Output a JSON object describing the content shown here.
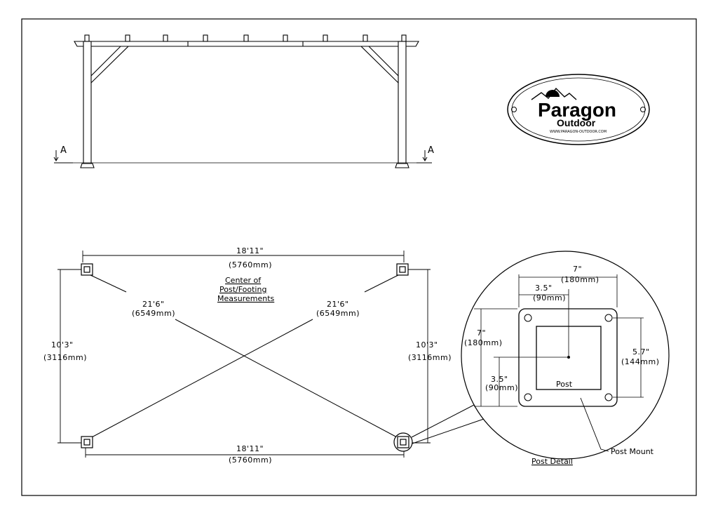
{
  "sections": {
    "marker_a": "A",
    "post_label": "Post",
    "post_mount_label": "Post Mount",
    "post_detail_title": "Post Detail",
    "center_note": [
      "Center of",
      "Post/Footing",
      "Measurements"
    ]
  },
  "dimensions": {
    "length": "18'11\"",
    "length_mm": "(5760mm)",
    "width": "10'3\"",
    "width_mm": "(3116mm)",
    "diagonal": "21'6\"",
    "diagonal_mm": "(6549mm)",
    "plate": "7\"",
    "plate_mm": "(180mm)",
    "half": "3.5\"",
    "half_mm": "(90mm)",
    "bolt_spacing": "5.7\"",
    "bolt_spacing_mm": "(144mm)"
  },
  "logo": {
    "brand": "Paragon",
    "sub": "Outdoor",
    "url": "WWW.PARAGON-OUTDOOR.COM"
  }
}
